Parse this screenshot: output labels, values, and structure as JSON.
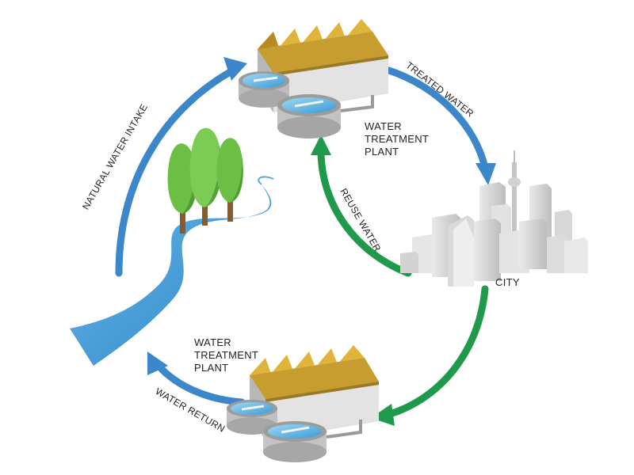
{
  "labels": {
    "natural_water_intake": "NATURAL WATER INTAKE",
    "treated_water": "TREATED WATER",
    "reuse_water": "REUSE WATER",
    "water_return": "WATER RETURN",
    "city": "CITY",
    "top_plant": [
      "WATER",
      "TREATMENT",
      "PLANT"
    ],
    "bottom_plant": [
      "WATER",
      "TREATMENT",
      "PLANT"
    ]
  },
  "colors": {
    "blue_arrow": "#3b87c9",
    "green_arrow": "#1f9a4a",
    "river": "#3a8fd0",
    "trees": "#6cbf45",
    "tree_trunk": "#8a5a2b",
    "roof": "#e0b33a",
    "building": "#cfcfcf"
  },
  "icons": [
    "water-treatment-plant-icon",
    "city-skyline-icon",
    "trees-icon",
    "river-icon"
  ]
}
